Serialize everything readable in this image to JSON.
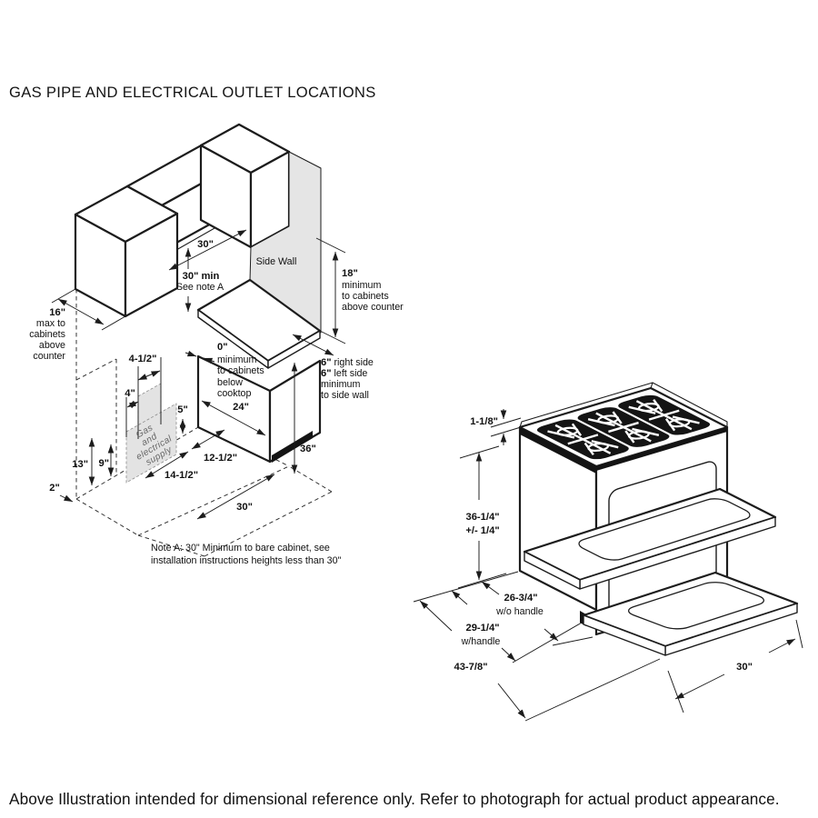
{
  "title": "GAS PIPE AND ELECTRICAL OUTLET LOCATIONS",
  "footer": "Above Illustration intended for dimensional reference only. Refer to photograph for actual product appearance.",
  "note": {
    "l1": "Note A: 30\" Minimum to bare cabinet, see",
    "l2": "installation instructions heights less than 30\""
  },
  "cab": {
    "side_wall": "Side Wall",
    "supply": [
      "Gas",
      "and",
      "electrical",
      "supply"
    ],
    "top_w": "30\"",
    "min30": "30\" min",
    "min30_note": "See note A",
    "d18": "18\"",
    "d18_desc": [
      "minimum",
      "to cabinets",
      "above counter"
    ],
    "d16": "16\"",
    "d16_desc": [
      "max to",
      "cabinets",
      "above",
      "counter"
    ],
    "d0": "0\"",
    "d0_desc": [
      "minimum",
      "to cabinets",
      "below",
      "cooktop"
    ],
    "d24": "24\"",
    "six_b1": "6\"",
    "six_r1": " right side",
    "six_b2": "6\"",
    "six_r2": " left side",
    "six_r3": "minimum",
    "six_r4": "to side wall",
    "d36": "36\"",
    "d125": "12-1/2\"",
    "d145": "14-1/2\"",
    "bot_w": "30\"",
    "d45": "4-1/2\"",
    "d4": "4\"",
    "d5": "5\"",
    "d13": "13\"",
    "d9": "9\"",
    "d2": "2\""
  },
  "range": {
    "grate": "1-1/8\"",
    "h": "36-1/4\"",
    "h_tol": "+/- 1/4\"",
    "d_wo": "26-3/4\"",
    "d_wo_l": "w/o handle",
    "d_w": "29-1/4\"",
    "d_w_l": "w/handle",
    "d_tot": "43-7/8\"",
    "w": "30\""
  }
}
